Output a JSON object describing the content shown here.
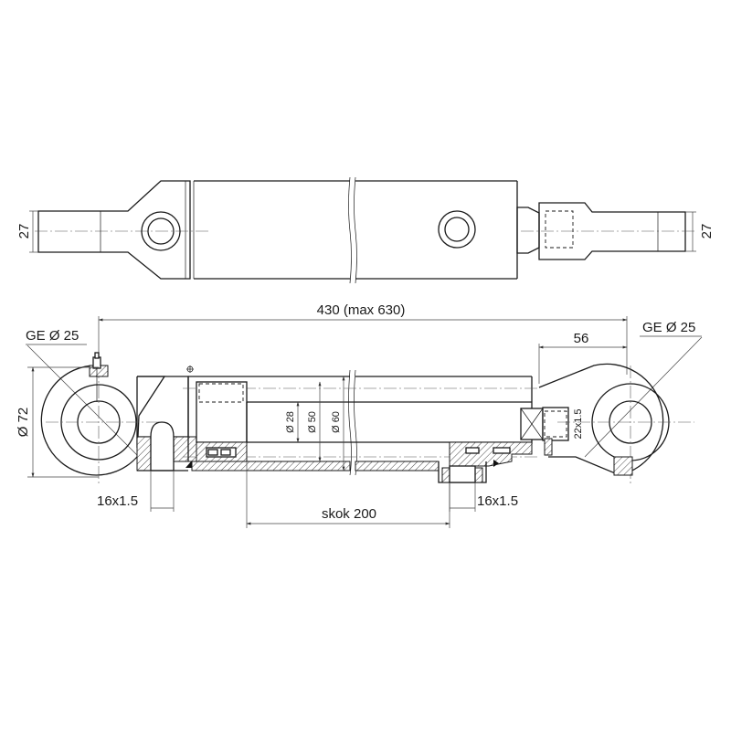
{
  "top_view": {
    "rod_width_left": "27",
    "rod_width_right": "27"
  },
  "section_view": {
    "overall_length": "430 (max 630)",
    "bearing_left": "GE Ø 25",
    "bearing_right": "GE Ø 25",
    "eye_offset": "56",
    "eye_diameter": "Ø 72",
    "rod_diameter": "Ø 28",
    "bore_diameter": "Ø 50",
    "tube_outer_diameter": "Ø 60",
    "port_left": "16x1.5",
    "port_right": "16x1.5",
    "rod_thread": "22x1.5",
    "stroke": "skok 200"
  },
  "colors": {
    "line": "#1a1a1a",
    "background": "#ffffff"
  }
}
